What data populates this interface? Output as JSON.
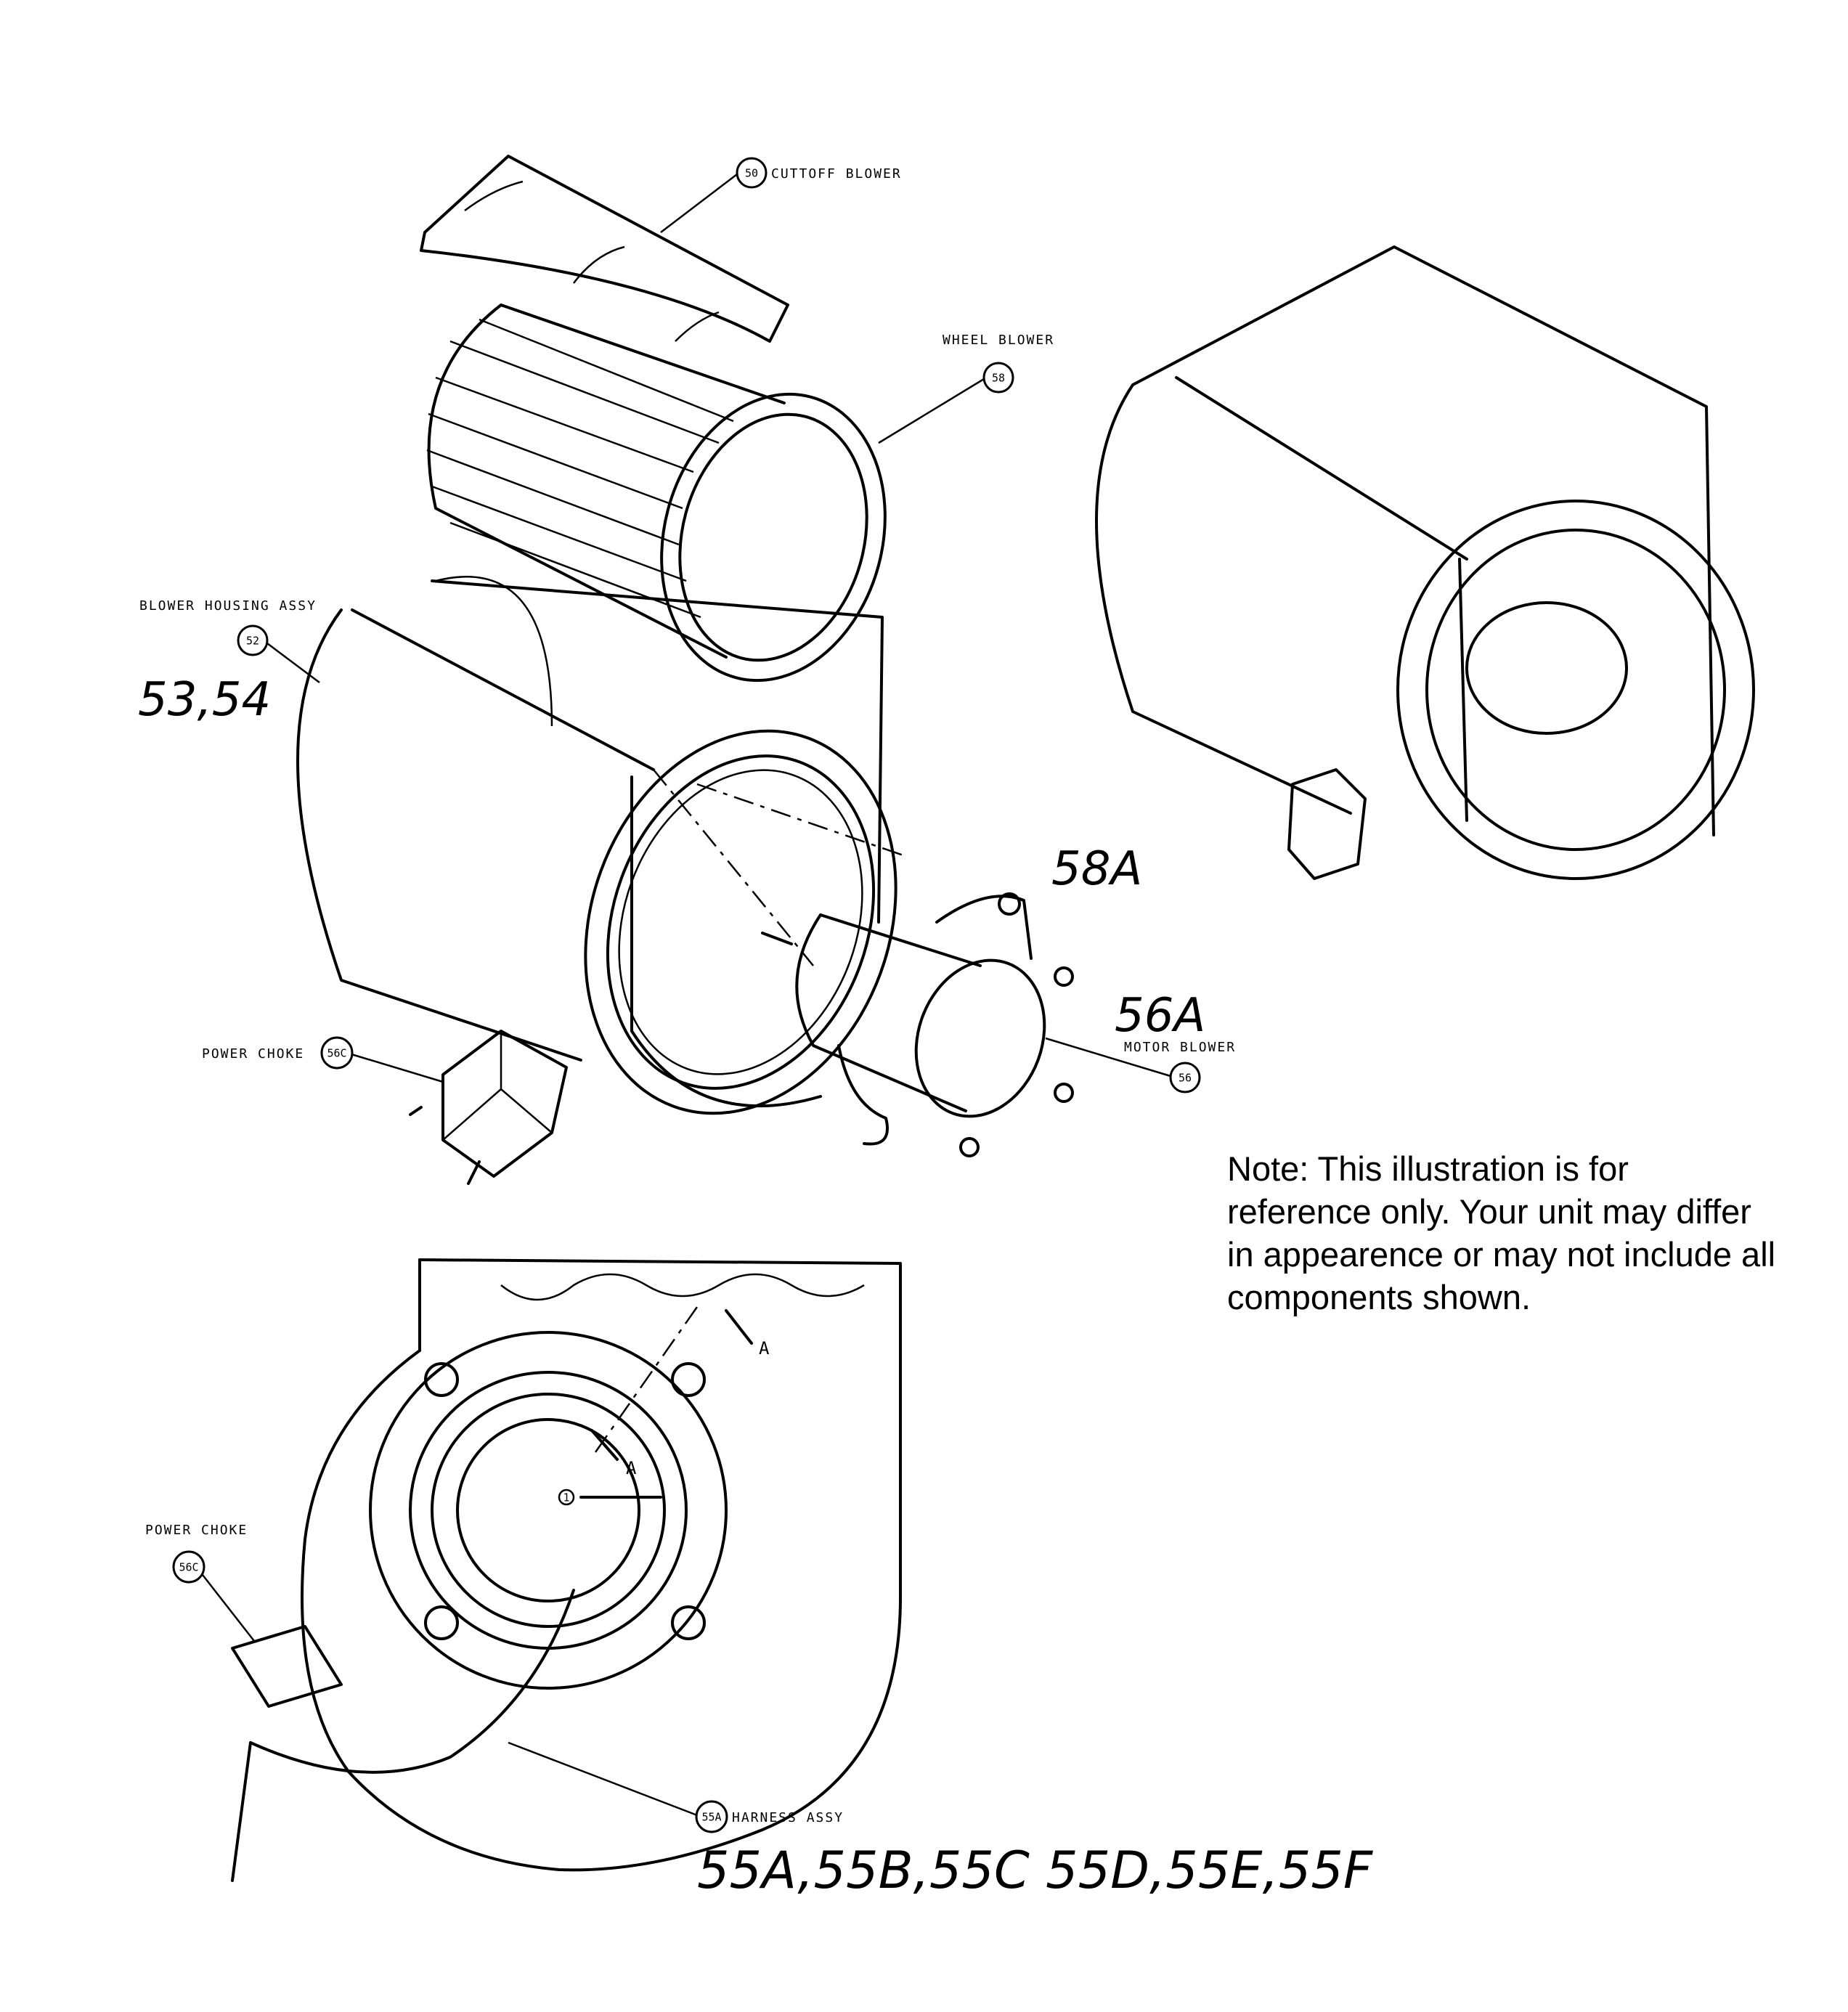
{
  "callouts": {
    "cutoff_blower": {
      "number": "50",
      "label": "CUTTOFF BLOWER"
    },
    "wheel_blower": {
      "number": "58",
      "label": "WHEEL BLOWER"
    },
    "blower_housing": {
      "number": "52",
      "label": "BLOWER HOUSING ASSY"
    },
    "power_choke_top": {
      "number": "56C",
      "label": "POWER CHOKE"
    },
    "motor_blower": {
      "number": "56",
      "label": "MOTOR BLOWER"
    },
    "power_choke_bottom": {
      "number": "56C",
      "label": "POWER CHOKE"
    },
    "harness": {
      "number": "55A",
      "label": "HARNESS ASSY"
    },
    "center_mark": "1",
    "section_a": "A"
  },
  "handwritten": {
    "housing_parts": "53,54",
    "bracket_part": "58A",
    "motor_part": "56A",
    "harness_parts": "55A,55B,55C 55D,55E,55F"
  },
  "note": "Note: This illustration is for reference only. Your unit may differ in appearence or may not include all components shown."
}
